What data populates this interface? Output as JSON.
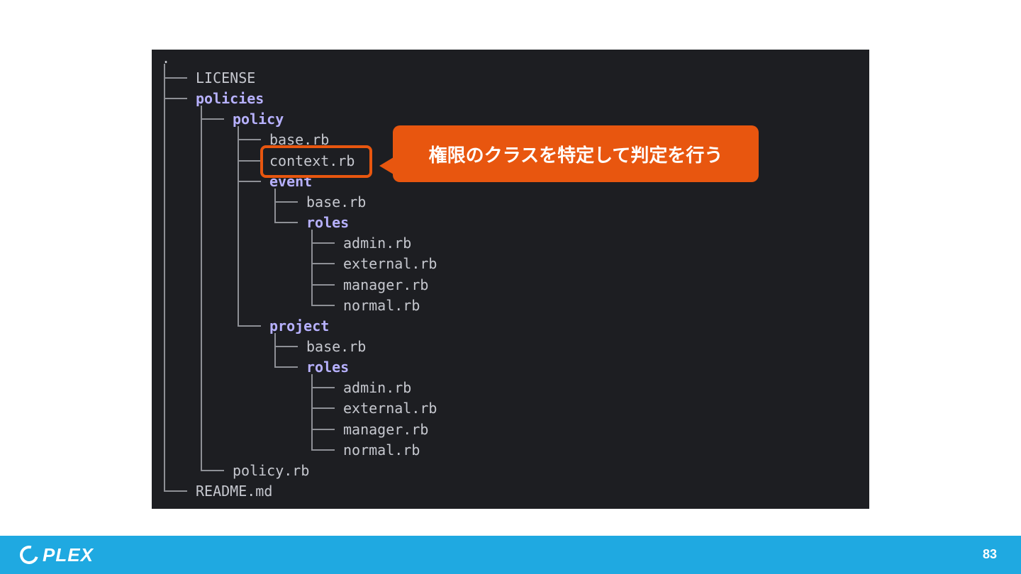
{
  "tree": {
    "root": ".",
    "items": [
      {
        "label": "LICENSE",
        "kind": "file",
        "depth": 0
      },
      {
        "label": "policies",
        "kind": "dir",
        "depth": 0
      },
      {
        "label": "policy",
        "kind": "dir",
        "depth": 1
      },
      {
        "label": "base.rb",
        "kind": "file",
        "depth": 2
      },
      {
        "label": "context.rb",
        "kind": "file",
        "depth": 2
      },
      {
        "label": "event",
        "kind": "dir",
        "depth": 2
      },
      {
        "label": "base.rb",
        "kind": "file",
        "depth": 3
      },
      {
        "label": "roles",
        "kind": "dir",
        "depth": 3
      },
      {
        "label": "admin.rb",
        "kind": "file",
        "depth": 4
      },
      {
        "label": "external.rb",
        "kind": "file",
        "depth": 4
      },
      {
        "label": "manager.rb",
        "kind": "file",
        "depth": 4
      },
      {
        "label": "normal.rb",
        "kind": "file",
        "depth": 4
      },
      {
        "label": "project",
        "kind": "dir",
        "depth": 2
      },
      {
        "label": "base.rb",
        "kind": "file",
        "depth": 3
      },
      {
        "label": "roles",
        "kind": "dir",
        "depth": 3
      },
      {
        "label": "admin.rb",
        "kind": "file",
        "depth": 4
      },
      {
        "label": "external.rb",
        "kind": "file",
        "depth": 4
      },
      {
        "label": "manager.rb",
        "kind": "file",
        "depth": 4
      },
      {
        "label": "normal.rb",
        "kind": "file",
        "depth": 4
      },
      {
        "label": "policy.rb",
        "kind": "file",
        "depth": 1
      },
      {
        "label": "README.md",
        "kind": "file",
        "depth": 0
      }
    ]
  },
  "callout": {
    "text": "権限のクラスを特定して判定を行う",
    "color": "#e8560f"
  },
  "footer": {
    "logo_text": "PLEX",
    "page_number": "83",
    "color": "#1fa9e1"
  },
  "colors": {
    "terminal_bg": "#1d1e22",
    "file_text": "#c6c8cf",
    "dir_text": "#b7b1ff"
  }
}
